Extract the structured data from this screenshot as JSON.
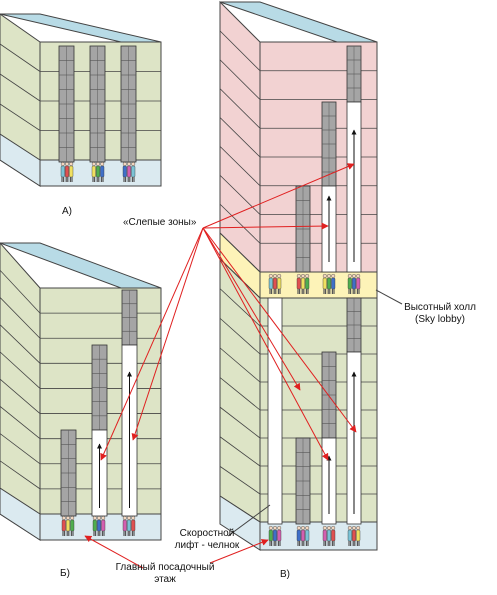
{
  "colors": {
    "roof": "#b8dbe6",
    "wall_low": "#dde4c6",
    "wall_high": "#f2d2d2",
    "lobby": "#dbeaf0",
    "sky_lobby": "#fdf3b8",
    "shaft_gray": "#a5a5a5",
    "shaft_white": "#ffffff",
    "arrow_red": "#e02020",
    "line": "#444444"
  },
  "labels": {
    "building_a": "А)",
    "building_b": "Б)",
    "building_v": "В)",
    "blind_zones": "«Слепые зоны»",
    "sky_lobby_line1": "Высотный холл",
    "sky_lobby_line2": "(Sky lobby)",
    "shuttle_line1": "Скоростной",
    "shuttle_line2": "лифт - челнок",
    "main_floor_line1": "Главный посадочный",
    "main_floor_line2": "этаж"
  }
}
